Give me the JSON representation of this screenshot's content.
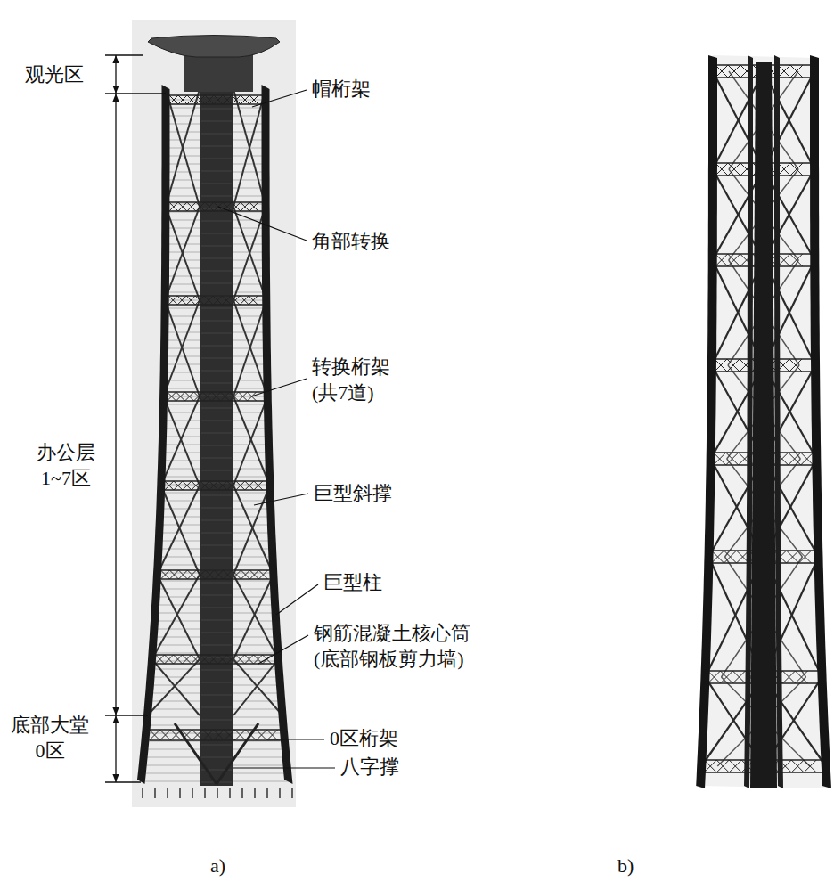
{
  "diagram": {
    "labels": [
      "观光区",
      "帽桁架",
      "角部转换",
      "办公层 1~7区",
      "转换桁架 (共7道)",
      "巨型斜撑",
      "巨型柱",
      "钢筋混凝土核心筒 (底部钢板剪力墙)",
      "底部大堂 0区",
      "0区桁架",
      "八字撑",
      "a)",
      "b)"
    ]
  }
}
